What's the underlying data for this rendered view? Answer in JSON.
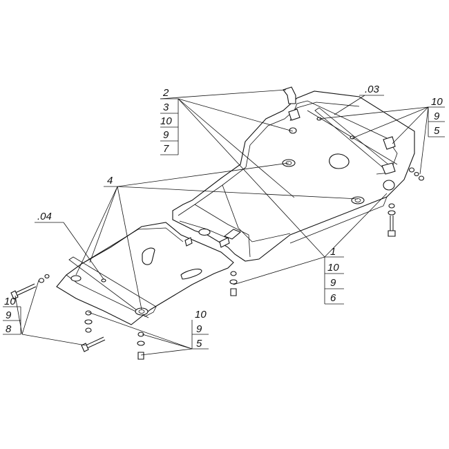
{
  "callouts": {
    "upper_left_stack": [
      "2",
      "3",
      "10",
      "9",
      "7"
    ],
    "upper_right_part": ".03",
    "upper_right_stack": [
      "10",
      "9",
      "5"
    ],
    "left_part": ".04",
    "middle_left": "4",
    "lower_left_stack": [
      "10",
      "9",
      "8"
    ],
    "lower_mid_stack": [
      "10",
      "9",
      "5"
    ],
    "lower_right_stack": [
      "1",
      "10",
      "9",
      "6"
    ]
  }
}
